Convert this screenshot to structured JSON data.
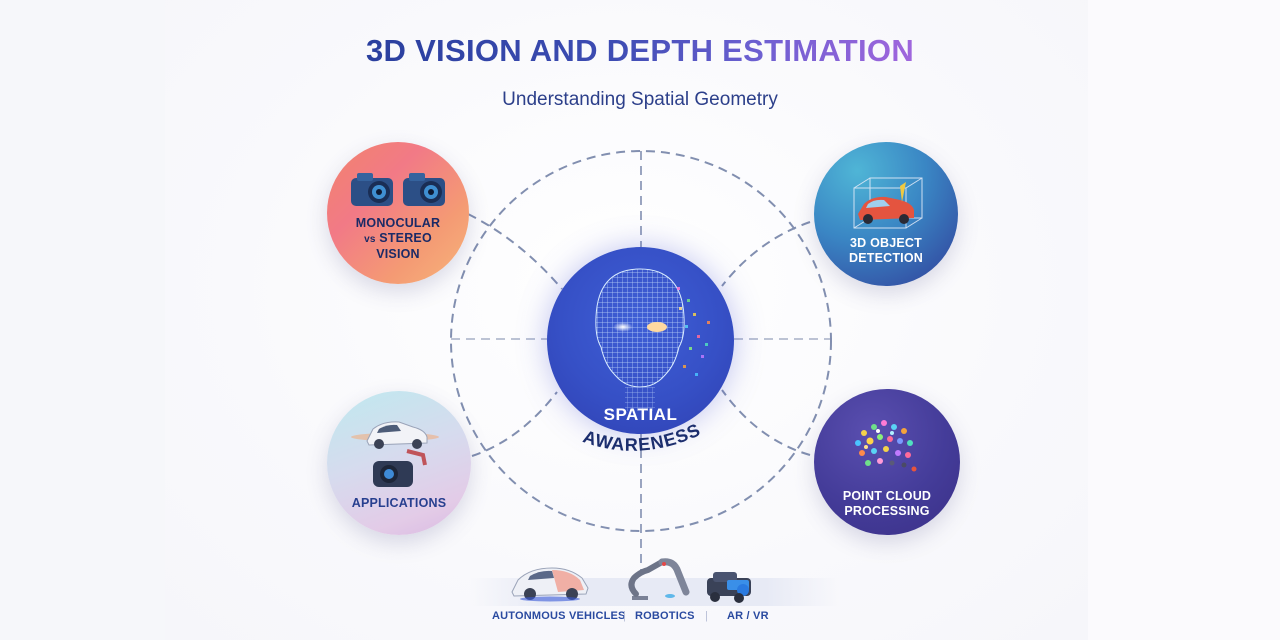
{
  "header": {
    "title": "3D VISION AND DEPTH ESTIMATION",
    "subtitle": "Understanding Spatial Geometry"
  },
  "center": {
    "label_line1": "SPATIAL",
    "label_line2": "AWARENESS",
    "icon": "wireframe-head-icon"
  },
  "nodes": [
    {
      "id": "monocular",
      "line1": "MONOCULAR",
      "line2_small": "vs",
      "line2": "STEREO",
      "line3": "VISION",
      "icon": "cameras-icon",
      "position": "top-left"
    },
    {
      "id": "object-detection",
      "line1": "3D OBJECT",
      "line2": "DETECTION",
      "icon": "car-bounding-box-icon",
      "position": "top-right"
    },
    {
      "id": "applications",
      "line1": "APPLICATIONS",
      "icon": "car-camera-robot-arm-icon",
      "position": "bottom-left"
    },
    {
      "id": "point-cloud",
      "line1": "POINT CLOUD",
      "line2": "PROCESSING",
      "icon": "point-cloud-icon",
      "position": "bottom-right"
    }
  ],
  "footer": {
    "items": [
      {
        "label": "AUTONMOUS VEHICLES",
        "icon": "autonomous-car-icon"
      },
      {
        "label": "ROBOTICS",
        "icon": "robot-arm-icon"
      },
      {
        "label": "AR / VR",
        "icon": "ar-vr-vehicle-icon"
      }
    ],
    "separator": "|"
  },
  "colors": {
    "title_start": "#2a3f9e",
    "title_end": "#a066dd",
    "subtitle": "#2c3f8a",
    "dash_line": "#7584a8",
    "center_fill": "#3650c6",
    "footer_text": "#2a4aa0"
  }
}
